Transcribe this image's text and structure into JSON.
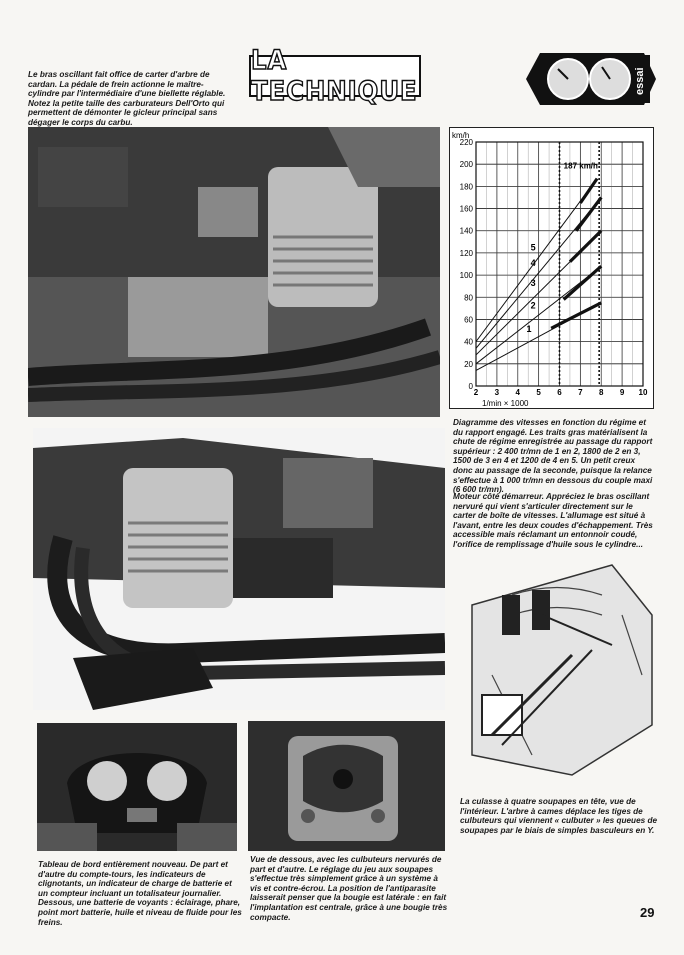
{
  "captions": {
    "top_left": "Le bras oscillant fait office de carter d'arbre de cardan. La pédale de frein actionne le maître-cylindre par l'intermédiaire d'une biellette réglable. Notez la petite taille des carburateurs Dell'Orto qui permettent de démonter le gicleur principal sans dégager le corps du carbu.",
    "chart": "Diagramme des vitesses en fonction du régime et du rapport engagé. Les traits gras matérialisent la chute de régime enregistrée au passage du rapport supérieur : 2 400 tr/mn de 1 en 2, 1800 de 2 en 3, 1500 de 3 en 4 et 1200 de 4 en 5. Un petit creux donc au passage de la seconde, puisque la relance s'effectue à 1 000 tr/mn en dessous du couple maxi (6 600 tr/mn).",
    "engine_left": "Moteur côté démarreur. Appréciez le bras oscillant nervuré qui vient s'articuler directement sur le carter de boîte de vitesses. L'allumage est situé à l'avant, entre les deux coudes d'échappement. Très accessible mais réclamant un entonnoir coudé, l'orifice de remplissage d'huile sous le cylindre...",
    "culasse": "La culasse à quatre soupapes en tête, vue de l'intérieur. L'arbre à cames déplace les tiges de culbuteurs qui viennent « culbuter » les queues de soupapes par le biais de simples basculeurs en Y.",
    "dashboard": "Tableau de bord entièrement nouveau. De part et d'autre du compte-tours, les indicateurs de clignotants, un indicateur de charge de batterie et un compteur incluant un totalisateur journalier. Dessous, une batterie de voyants : éclairage, phare, point mort batterie, huile et niveau de fluide pour les freins.",
    "underside": "Vue de dessous, avec les culbuteurs nervurés de part et d'autre. Le réglage du jeu aux soupapes s'effectue très simplement grâce à un système à vis et contre-écrou. La position de l'antiparasite laisserait penser que la bougie est latérale : en fait l'implantation est centrale, grâce à une bougie très compacte."
  },
  "header": {
    "title": "LA TECHNIQUE",
    "logo_text": "essai"
  },
  "page_number": "29",
  "chart_data": {
    "type": "line",
    "x_unit": "1/min × 1000",
    "y_unit": "km/h",
    "xlim": [
      2,
      10
    ],
    "ylim": [
      0,
      220
    ],
    "x_ticks": [
      "2",
      "3",
      "4",
      "5",
      "6",
      "7",
      "8",
      "9",
      "10"
    ],
    "y_ticks": [
      "0",
      "20",
      "40",
      "60",
      "80",
      "100",
      "120",
      "140",
      "160",
      "180",
      "200",
      "220"
    ],
    "annotation": "187 km/h",
    "gear_labels": [
      "1",
      "2",
      "3",
      "4",
      "5"
    ],
    "series": [
      {
        "name": "1",
        "x": [
          2,
          8
        ],
        "y": [
          14,
          75
        ]
      },
      {
        "name": "2",
        "x": [
          2,
          8
        ],
        "y": [
          20,
          108
        ]
      },
      {
        "name": "3",
        "x": [
          2,
          8
        ],
        "y": [
          28,
          140
        ]
      },
      {
        "name": "4",
        "x": [
          2,
          8
        ],
        "y": [
          34,
          170
        ]
      },
      {
        "name": "5",
        "x": [
          2,
          7.8
        ],
        "y": [
          40,
          187
        ]
      }
    ],
    "bold_segments": [
      {
        "x": [
          5.6,
          8
        ],
        "y": [
          52,
          75
        ]
      },
      {
        "x": [
          6.2,
          8
        ],
        "y": [
          78,
          108
        ]
      },
      {
        "x": [
          6.5,
          8
        ],
        "y": [
          112,
          140
        ]
      },
      {
        "x": [
          6.8,
          8
        ],
        "y": [
          140,
          170
        ]
      },
      {
        "x": [
          7.0,
          7.8
        ],
        "y": [
          165,
          187
        ]
      }
    ],
    "dotted_verticals": [
      6,
      7.9
    ]
  }
}
